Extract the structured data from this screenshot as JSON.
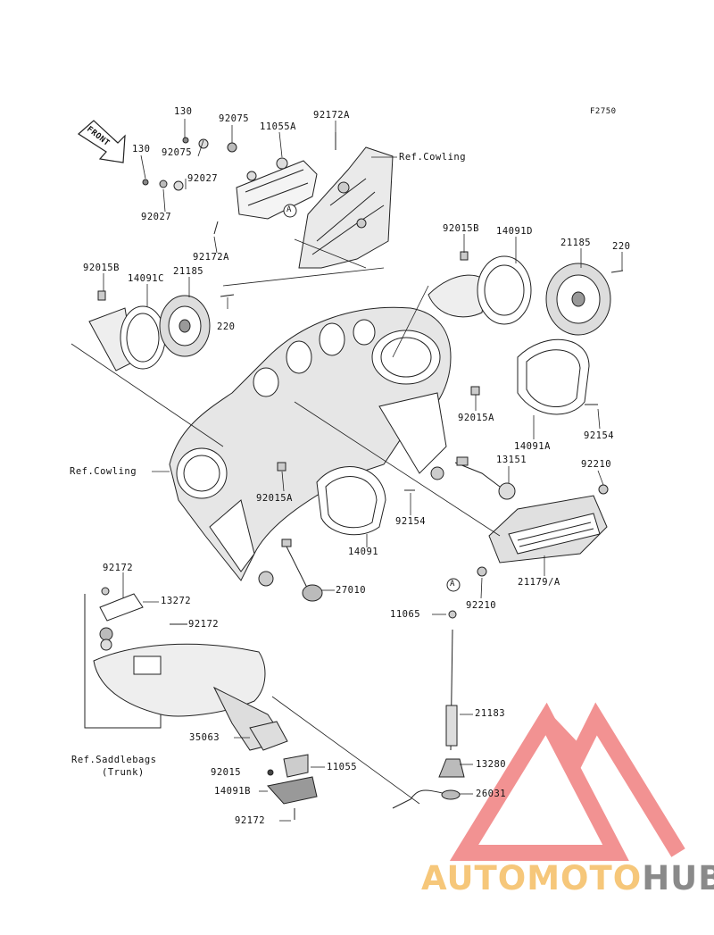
{
  "figure_code": "F2750",
  "front_tag": "FRONT",
  "labels": {
    "p130_top": "130",
    "p130_left": "130",
    "p92075_top": "92075",
    "p92075_mid": "92075",
    "p92027_a": "92027",
    "p92027_b": "92027",
    "p11055A": "11055A",
    "p92172A_top": "92172A",
    "p92172A_bottom": "92172A",
    "ref_cowling_top": "Ref.Cowling",
    "ref_cowling_left": "Ref.Cowling",
    "p92015B_right": "92015B",
    "p14091D": "14091D",
    "p21185_right": "21185",
    "p220_right": "220",
    "p92015B_left": "92015B",
    "p14091C": "14091C",
    "p21185_left": "21185",
    "p220_left": "220",
    "p92015A_right": "92015A",
    "p14091A": "14091A",
    "p92154_right": "92154",
    "p13151": "13151",
    "p92210_top": "92210",
    "p92015A_left": "92015A",
    "p92154_left": "92154",
    "p14091": "14091",
    "p21179A": "21179/A",
    "p27010": "27010",
    "p92210_bottom": "92210",
    "marker_a": "A",
    "p92172_a": "92172",
    "p13272": "13272",
    "p92172_b": "92172",
    "p11065": "11065",
    "p21183": "21183",
    "p35063": "35063",
    "p13280": "13280",
    "ref_saddlebags_1": "Ref.Saddlebags",
    "ref_saddlebags_2": "(Trunk)",
    "p92015": "92015",
    "p11055": "11055",
    "p14091B": "14091B",
    "p26031": "26031",
    "p92172_c": "92172"
  },
  "watermark": {
    "part1": "AUTOMOTO",
    "part2": "HUB",
    "color1": "#f6c77a",
    "color2": "#8a8a8a",
    "logo_color": "#f08080"
  }
}
